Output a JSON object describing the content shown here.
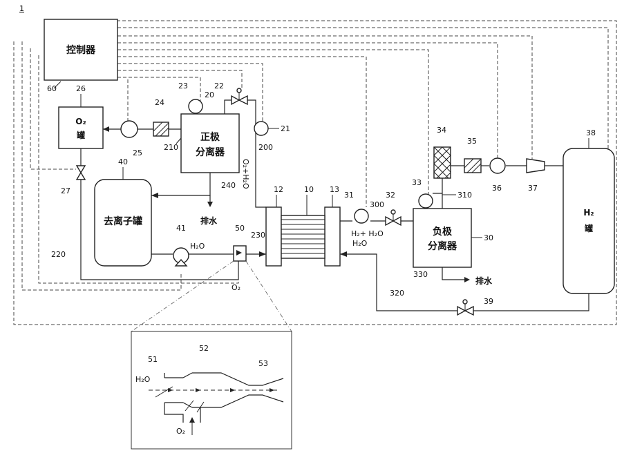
{
  "figure_ref": "1",
  "components": {
    "controller": {
      "label": "控制器",
      "ref": "60"
    },
    "o2_tank": {
      "label_line1": "O₂",
      "label_line2": "罐",
      "ref": "26"
    },
    "anode_separator": {
      "label_line1": "正极",
      "label_line2": "分离器",
      "ref": "20"
    },
    "deion_tank": {
      "label": "去离子罐",
      "ref": "40"
    },
    "cathode_separator": {
      "label_line1": "负极",
      "label_line2": "分离器",
      "ref": "30"
    },
    "h2_tank": {
      "label_line1": "H₂",
      "label_line2": "罐",
      "ref": "38"
    },
    "stack": {
      "ref": "10",
      "end_left": "12",
      "end_right": "13"
    },
    "mixer": {
      "ref": "50"
    }
  },
  "refs": {
    "r21": "21",
    "r22": "22",
    "r23": "23",
    "r24": "24",
    "r25": "25",
    "r27": "27",
    "r31": "31",
    "r32": "32",
    "r33": "33",
    "r34": "34",
    "r35": "35",
    "r36": "36",
    "r37": "37",
    "r39": "39",
    "r41": "41",
    "r200": "200",
    "r210": "210",
    "r220": "220",
    "r230": "230",
    "r240": "240",
    "r300": "300",
    "r310": "310",
    "r320": "320",
    "r330": "330"
  },
  "flow_labels": {
    "drain_left": "排水",
    "drain_right": "排水",
    "o2_h2o": "O₂+H₂O",
    "h2_h2o": "H₂+ H₂O",
    "h2o_pump": "H₂O",
    "h2o_return": "H₂O",
    "o2_bottom": "O₂"
  },
  "detail": {
    "ref_51": "51",
    "ref_52": "52",
    "ref_53": "53",
    "h2o_in": "H₂O",
    "o2_in": "O₂"
  }
}
